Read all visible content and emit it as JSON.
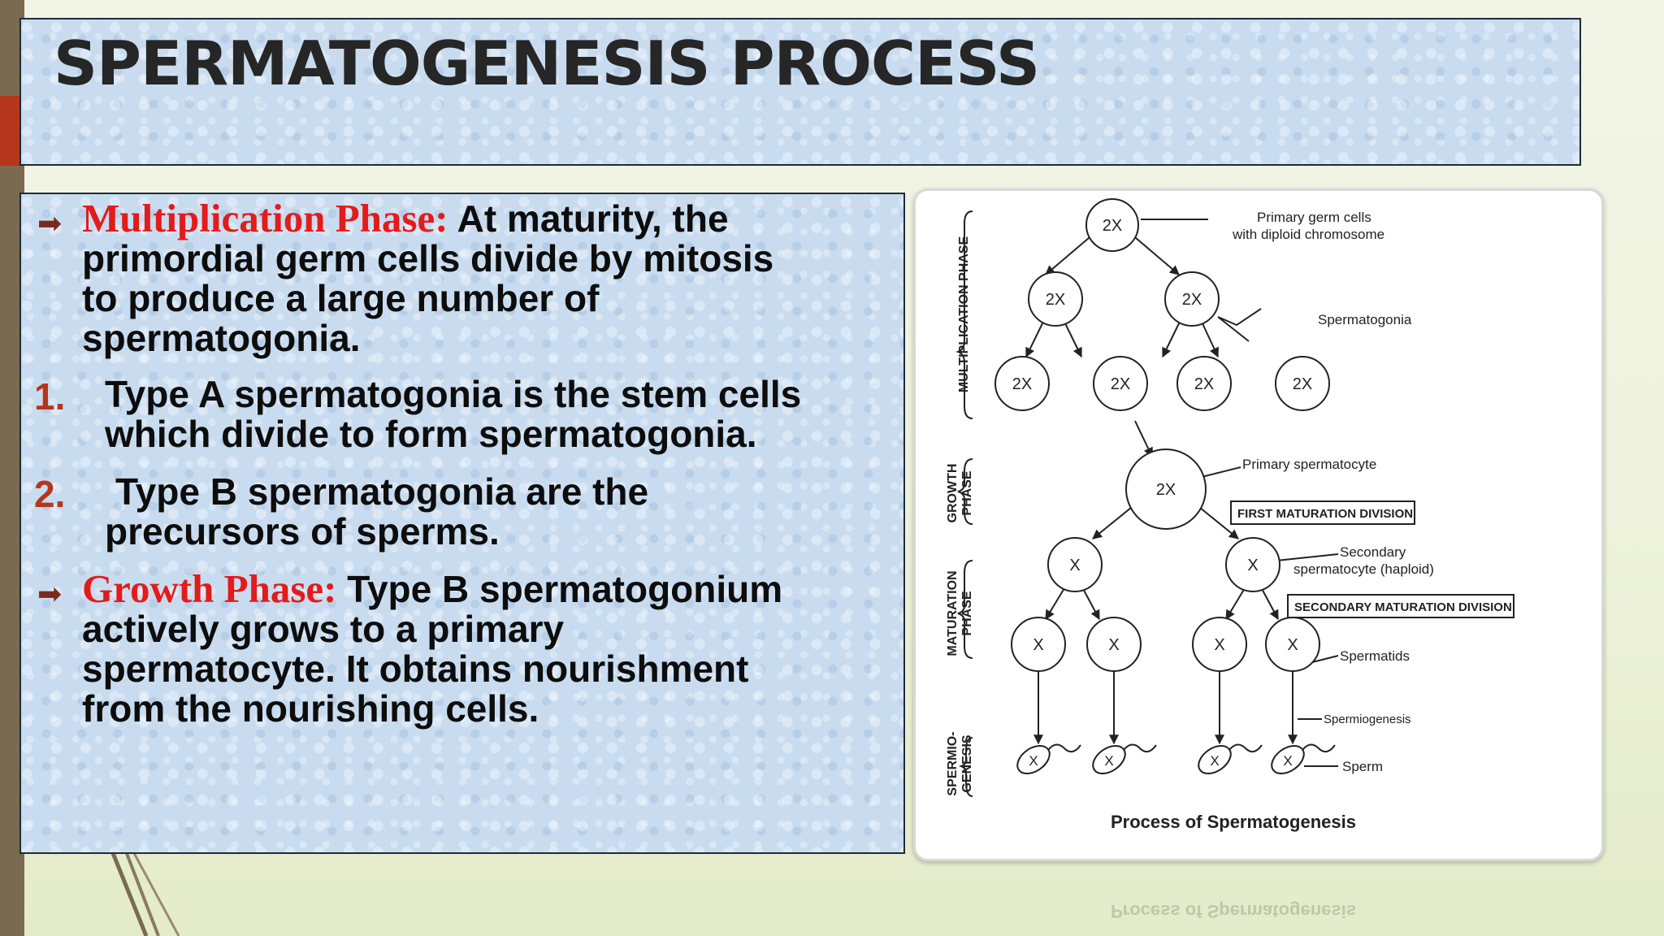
{
  "slide": {
    "title": "SPERMATOGENESIS PROCESS"
  },
  "content": {
    "multiplication": {
      "label": "Multiplication Phase:",
      "lines": [
        "At maturity, the",
        "primordial germ cells divide by mitosis",
        "to produce a large number of",
        "spermatogonia."
      ]
    },
    "numbered": [
      {
        "number": "1.",
        "lines": [
          "Type A spermatogonia is the stem cells",
          "which divide to form spermatogonia."
        ]
      },
      {
        "number": "2.",
        "lines": [
          "Type B spermatogonia are the",
          "precursors of sperms."
        ]
      }
    ],
    "growth": {
      "label": "Growth Phase:",
      "lines": [
        "Type B spermatogonium",
        "actively grows to a primary",
        "spermatocyte. It obtains nourishment",
        "from the nourishing cells."
      ]
    }
  },
  "figure": {
    "caption": "Process of Spermatogenesis",
    "phase_labels": {
      "multiplication": "MULTIPLICATION PHASE",
      "growth_1": "GROWTH",
      "growth_2": "PHASE",
      "maturation_1": "MATURATION",
      "maturation_2": "PHASE",
      "spermio_1": "SPERMIO-",
      "spermio_2": "GENESIS"
    },
    "cell_labels": {
      "diploid": "2X",
      "haploid": "X"
    },
    "annotations": {
      "primary_germ_1": "Primary germ cells",
      "primary_germ_2": "with diploid chromosome",
      "spermatogonia": "Spermatogonia",
      "primary_spermatocyte": "Primary spermatocyte",
      "first_division": "FIRST MATURATION DIVISION",
      "secondary_1": "Secondary",
      "secondary_2": "spermatocyte (haploid)",
      "second_division": "SECONDARY MATURATION DIVISION",
      "spermatids": "Spermatids",
      "spermiogenesis": "Spermiogenesis",
      "sperm": "Sperm"
    }
  }
}
